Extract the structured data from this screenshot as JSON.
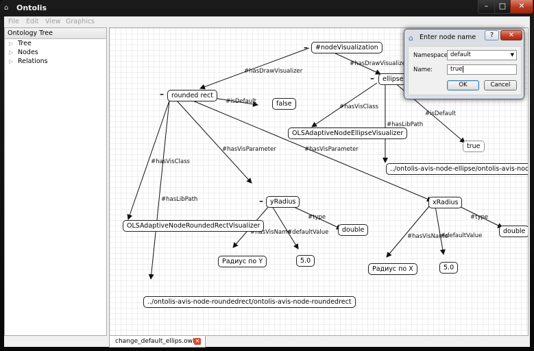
{
  "app": {
    "title": "Ontolis"
  },
  "menu": {
    "file": "File",
    "edit": "Edit",
    "view": "View",
    "graphics": "Graphics"
  },
  "sidebar": {
    "header": "Ontology Tree",
    "items": [
      {
        "label": "Tree"
      },
      {
        "label": "Nodes"
      },
      {
        "label": "Relations"
      }
    ]
  },
  "graph": {
    "nodes": {
      "nodeVisualization": "#nodeVisualization",
      "rounded_rect": "rounded rect",
      "ellipse": "ellipse",
      "false": "false",
      "ellipse_visualizer": "OLSAdaptiveNodeEllipseVisualizer",
      "true_value": "true",
      "ellipse_path": "../ontolis-avis-node-ellipse/ontolis-avis-node-ellipse",
      "yradius": "yRadius",
      "xradius": "xRadius",
      "roundedrect_visualizer": "OLSAdaptiveNodeRoundedRectVisualizer",
      "double_y": "double",
      "double_x": "double",
      "radius_y_name": "Радиус по Y",
      "y_default": "5.0",
      "radius_x_name": "Радиус по X",
      "x_default": "5.0",
      "roundedrect_path": "../ontolis-avis-node-roundedrect/ontolis-avis-node-roundedrect"
    },
    "edges": {
      "hasDrawVisualizer_left": "#hasDrawVisualizer",
      "hasDrawVisualizer_right": "#hasDrawVisualizer",
      "isDefault_left": "#isDefault",
      "hasVisClass_ellipse": "#hasVisClass",
      "hasLibPath_ellipse": "#hasLibPath",
      "isDefault_right": "#isDefault",
      "hasVisParameter_y": "#hasVisParameter",
      "hasVisParameter_x": "#hasVisParameter",
      "hasVisClass_rect": "#hasVisClass",
      "hasLibPath_rect": "#hasLibPath",
      "type_y": "#type",
      "hasVisName_y": "#hasVisName",
      "defaultValue_y": "#defaultValue",
      "type_x": "#type",
      "hasVisName_x": "#hasVisName",
      "defaultValue_x": "#defaultValue"
    }
  },
  "tabs": [
    {
      "label": "change_default_ellips.owl"
    }
  ],
  "dialog": {
    "title": "Enter node name",
    "help": "?",
    "namespace_label": "Namespace:",
    "namespace_value": "default",
    "name_label": "Name:",
    "name_value": "true",
    "ok": "OK",
    "cancel": "Cancel"
  },
  "colors": {
    "title_bar": "#111111",
    "close_button": "#c63e25",
    "dialog_bg": "#dadfe7"
  }
}
